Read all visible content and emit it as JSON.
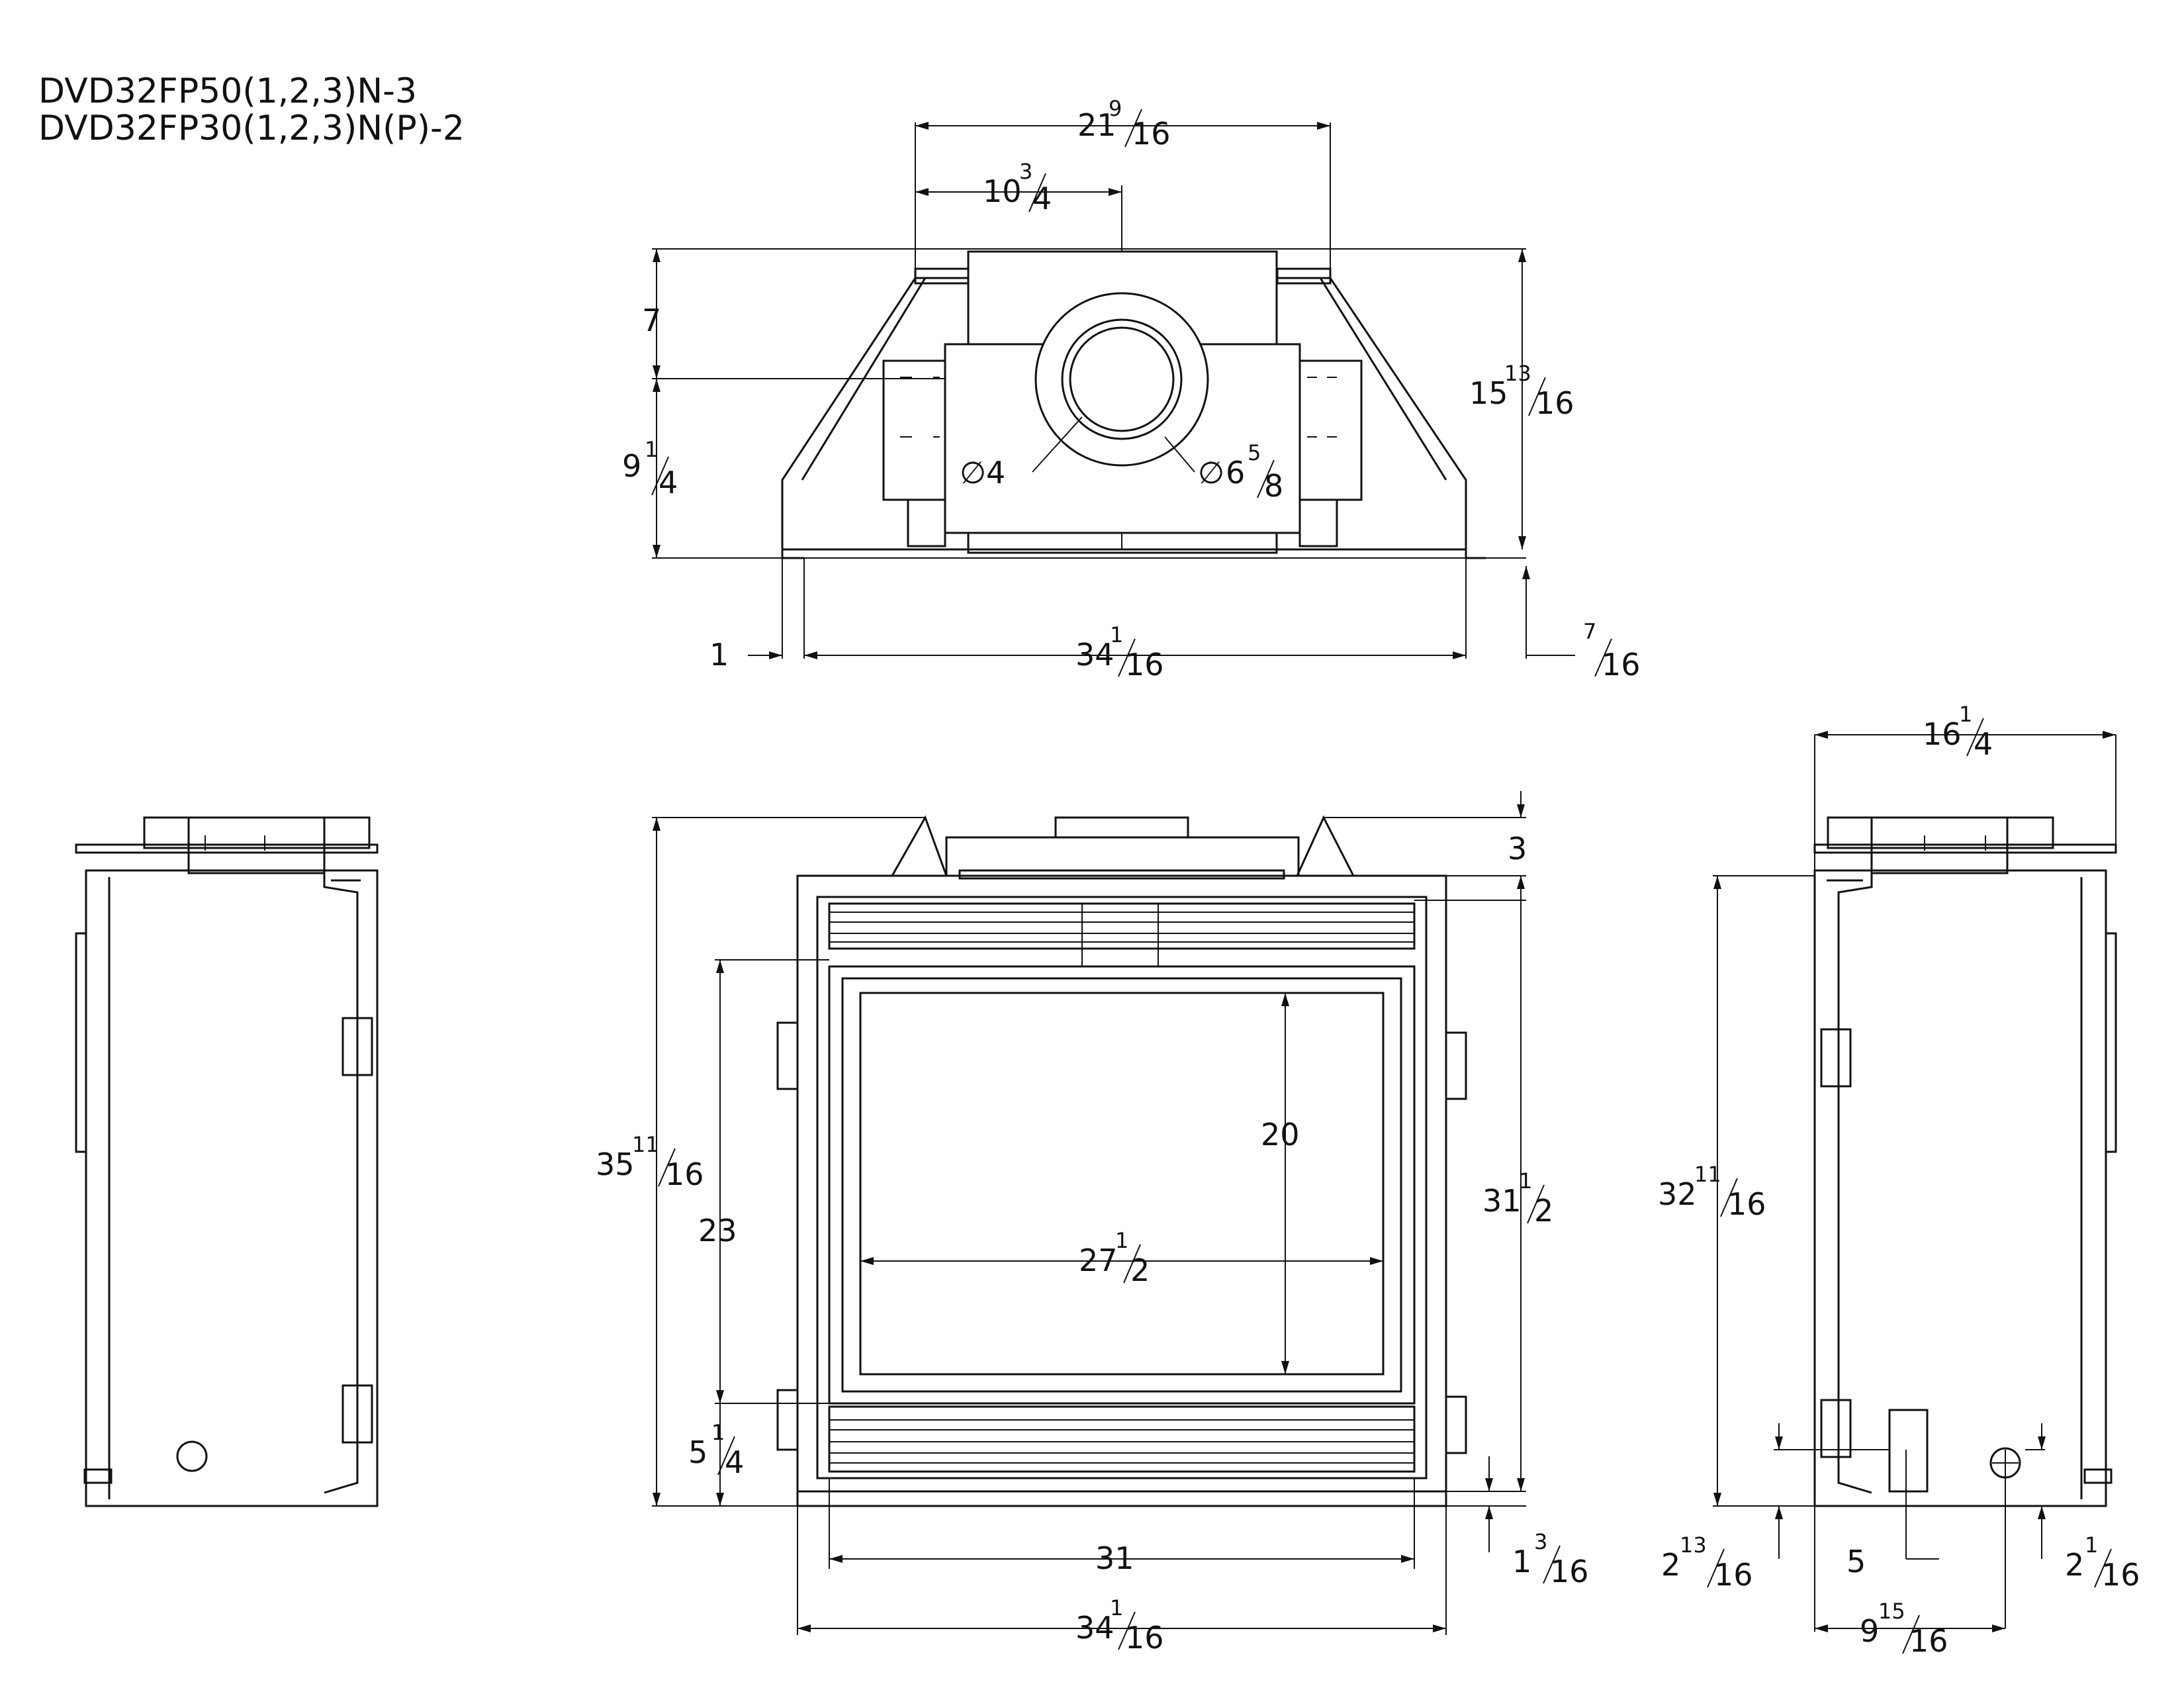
{
  "header": {
    "model_line_1": "DVD32FP50(1,2,3)N-3",
    "model_line_2": "DVD32FP30(1,2,3)N(P)-2"
  },
  "top_view": {
    "overall_width": {
      "whole": "21",
      "num": "9",
      "den": "16",
      "unit": "\""
    },
    "center_offset": {
      "whole": "10",
      "num": "3",
      "den": "4",
      "unit": "\""
    },
    "upper_depth": {
      "whole": "7",
      "unit": "\""
    },
    "lower_depth": {
      "whole": "9",
      "num": "1",
      "den": "4",
      "unit": "\""
    },
    "overall_depth": {
      "whole": "15",
      "num": "13",
      "den": "16",
      "unit": "\""
    },
    "inner_vent": {
      "prefix": "∅",
      "whole": "4",
      "unit": "\""
    },
    "outer_vent": {
      "prefix": "∅",
      "whole": "6",
      "num": "5",
      "den": "8",
      "unit": "\""
    },
    "left_flange": {
      "whole": "1",
      "unit": "\""
    },
    "base_width": {
      "whole": "34",
      "num": "1",
      "den": "16",
      "unit": "\""
    },
    "right_flange": {
      "num": "7",
      "den": "16",
      "unit": "\""
    }
  },
  "front_view": {
    "top_clearance": {
      "whole": "3",
      "unit": "\""
    },
    "overall_height": {
      "whole": "35",
      "num": "11",
      "den": "16",
      "unit": "\""
    },
    "opening_height": {
      "whole": "23",
      "unit": "\""
    },
    "glass_height": {
      "whole": "20",
      "unit": "\""
    },
    "glass_width": {
      "whole": "27",
      "num": "1",
      "den": "2",
      "unit": "\""
    },
    "body_height": {
      "whole": "31",
      "num": "1",
      "den": "2",
      "unit": "\""
    },
    "bottom_offset": {
      "whole": "5",
      "num": "1",
      "den": "4",
      "unit": "\""
    },
    "inner_width": {
      "whole": "31",
      "unit": "\""
    },
    "outer_width": {
      "whole": "34",
      "num": "1",
      "den": "16",
      "unit": "\""
    },
    "base_offset": {
      "whole": "1",
      "num": "3",
      "den": "16",
      "unit": "\""
    }
  },
  "side_view": {
    "depth": {
      "whole": "16",
      "num": "1",
      "den": "4",
      "unit": "\""
    },
    "height": {
      "whole": "32",
      "num": "11",
      "den": "16",
      "unit": "\""
    },
    "gas_height": {
      "whole": "2",
      "num": "13",
      "den": "16",
      "unit": "\""
    },
    "gas_offset": {
      "whole": "5",
      "unit": "\""
    },
    "access_depth": {
      "whole": "9",
      "num": "15",
      "den": "16",
      "unit": "\""
    },
    "access_height": {
      "whole": "2",
      "num": "1",
      "den": "16",
      "unit": "\""
    }
  }
}
